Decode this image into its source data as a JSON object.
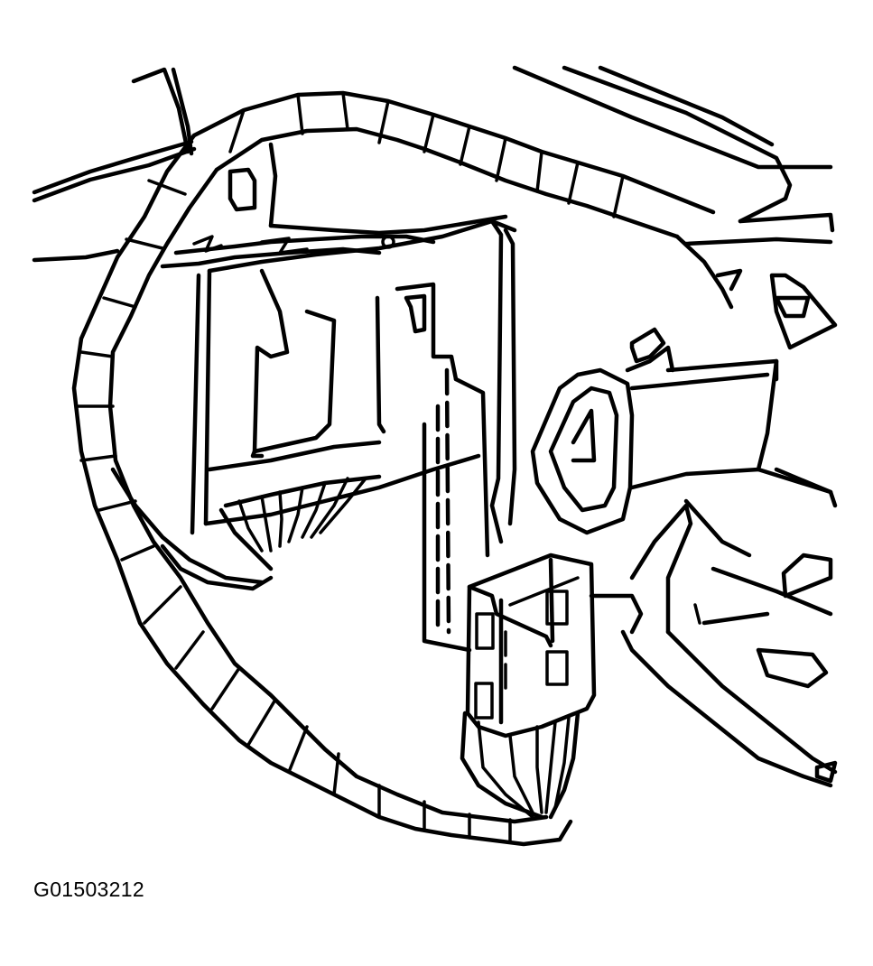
{
  "figure": {
    "id_label": "G01503212",
    "type": "technical line-art illustration",
    "subject": "wiring harness routed to module and connector under dash",
    "colors": {
      "stroke": "#000000",
      "background": "#ffffff"
    }
  },
  "parts": [
    {
      "name": "wiring-harness",
      "label": ""
    },
    {
      "name": "mounting-bracket",
      "label": ""
    },
    {
      "name": "module-bracket-frame",
      "label": ""
    },
    {
      "name": "harness-connector",
      "label": ""
    },
    {
      "name": "dash-panel",
      "label": ""
    },
    {
      "name": "duct-outlet",
      "label": ""
    }
  ]
}
